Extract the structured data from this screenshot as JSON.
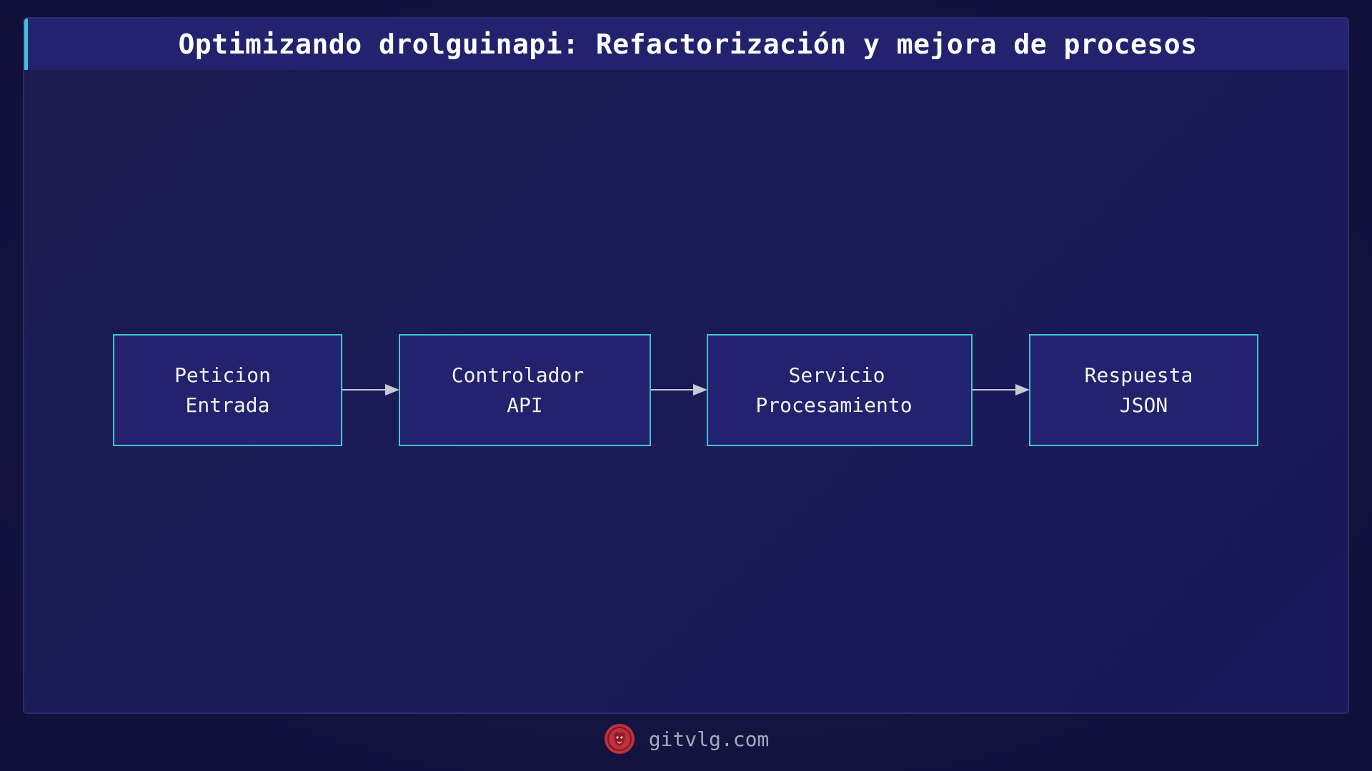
{
  "title": "Optimizando drolguinapi: Refactorización y mejora de procesos",
  "diagram": {
    "nodes": [
      {
        "line1": "Peticion",
        "line2": "Entrada"
      },
      {
        "line1": "Controlador",
        "line2": "API"
      },
      {
        "line1": "Servicio",
        "line2": "Procesamiento"
      },
      {
        "line1": "Respuesta",
        "line2": "JSON"
      }
    ],
    "edges": [
      {
        "from": "Peticion Entrada",
        "to": "Controlador API"
      },
      {
        "from": "Controlador API",
        "to": "Servicio Procesamiento"
      },
      {
        "from": "Servicio Procesamiento",
        "to": "Respuesta JSON"
      }
    ],
    "colors": {
      "node_fill": "#22226e",
      "node_border": "#3ec6d0",
      "edge": "#c8c8d8",
      "accent": "#3ec6d0"
    }
  },
  "footer": {
    "site": "gitvlg.com",
    "logo_icon": "lion-logo-icon"
  }
}
